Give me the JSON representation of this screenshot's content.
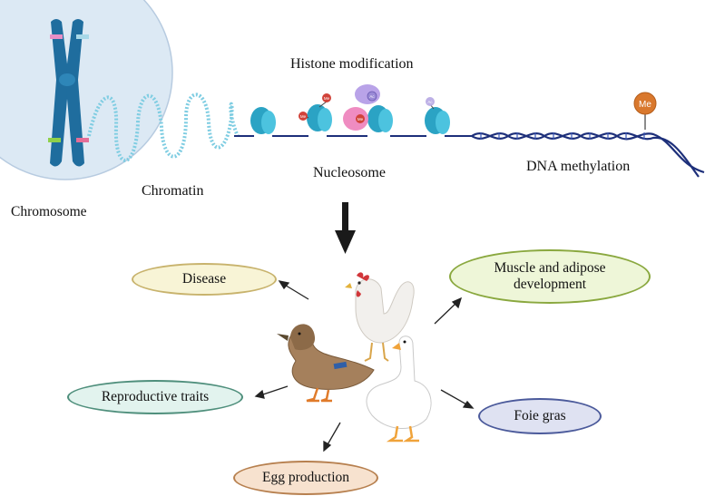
{
  "labels": {
    "chromosome": "Chromosome",
    "chromatin": "Chromatin",
    "histone_modification": "Histone modification",
    "nucleosome": "Nucleosome",
    "dna_methylation": "DNA methylation"
  },
  "marks": {
    "me": "Me",
    "ac": "Ac",
    "ph": "Ph",
    "ub": "Ub"
  },
  "outcomes": {
    "disease": "Disease",
    "muscle_adipose": "Muscle and adipose development",
    "reproductive": "Reproductive traits",
    "foie_gras": "Foie gras",
    "egg_production": "Egg production"
  },
  "colors": {
    "chromosome_blue": "#1f6d9e",
    "nucleus_fill": "#dce9f4",
    "nucleosome_teal": "#2ba3c4",
    "dna_navy": "#1d2f7a",
    "methyl_orange": "#d9782d",
    "disease_fill": "#f8f4d6",
    "muscle_fill": "#eef6d8",
    "reproductive_fill": "#e2f3ee",
    "foie_fill": "#dfe2f2",
    "egg_fill": "#f7e2cf"
  }
}
